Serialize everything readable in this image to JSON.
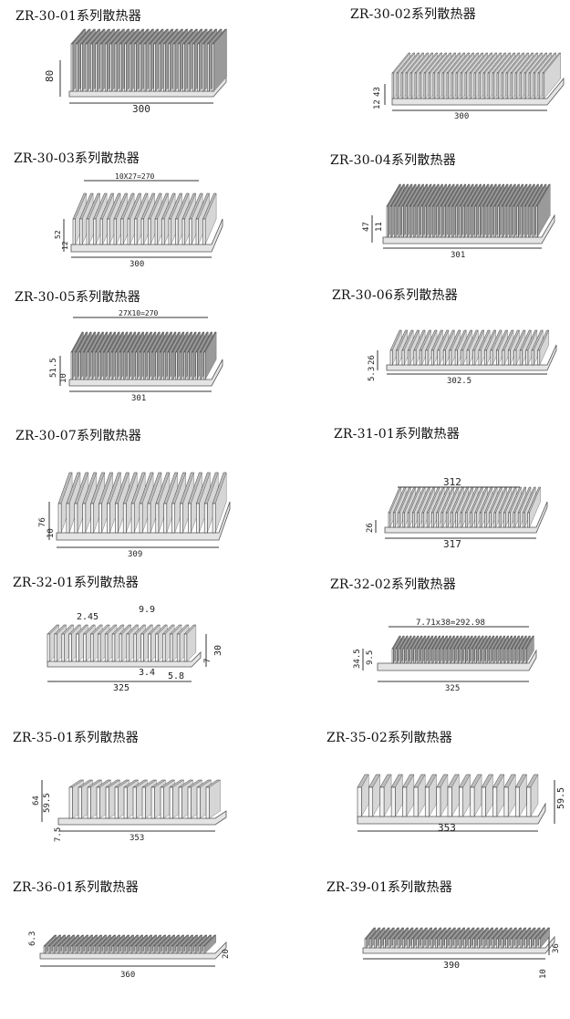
{
  "products": [
    {
      "title": "ZR-30-01系列散热器",
      "dims": [
        "80",
        "300"
      ]
    },
    {
      "title": "ZR-30-02系列散热器",
      "dims": [
        "43",
        "12",
        "300"
      ]
    },
    {
      "title": "ZR-30-03系列散热器",
      "dims": [
        "10X27=270",
        "52",
        "12",
        "300"
      ]
    },
    {
      "title": "ZR-30-04系列散热器",
      "dims": [
        "47",
        "11",
        "301"
      ]
    },
    {
      "title": "ZR-30-05系列散热器",
      "dims": [
        "27X10=270",
        "51.5",
        "10",
        "301"
      ]
    },
    {
      "title": "ZR-30-06系列散热器",
      "dims": [
        "26",
        "5.3",
        "302.5"
      ]
    },
    {
      "title": "ZR-30-07系列散热器",
      "dims": [
        "76",
        "10",
        "309"
      ]
    },
    {
      "title": "ZR-31-01系列散热器",
      "dims": [
        "312",
        "26",
        "317"
      ]
    },
    {
      "title": "ZR-32-01系列散热器",
      "dims": [
        "2.45",
        "9.9",
        "30",
        "7",
        "3.4",
        "5.8",
        "325"
      ]
    },
    {
      "title": "ZR-32-02系列散热器",
      "dims": [
        "7.71x38=292.98",
        "34.5",
        "9.5",
        "325"
      ]
    },
    {
      "title": "ZR-35-01系列散热器",
      "dims": [
        "64",
        "59.5",
        "7.5",
        "353"
      ]
    },
    {
      "title": "ZR-35-02系列散热器",
      "dims": [
        "59.5",
        "353"
      ]
    },
    {
      "title": "ZR-36-01系列散热器",
      "dims": [
        "6.3",
        "20",
        "360"
      ]
    },
    {
      "title": "ZR-39-01系列散热器",
      "dims": [
        "36",
        "10",
        "390"
      ]
    }
  ]
}
